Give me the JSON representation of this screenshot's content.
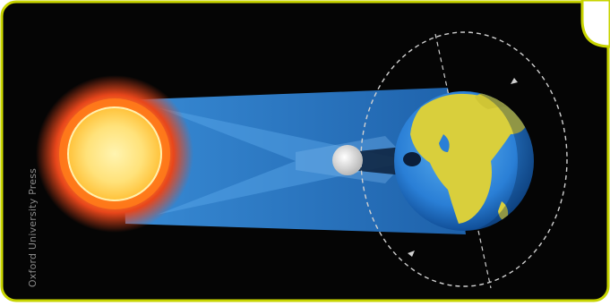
{
  "diagram": {
    "bodies": [
      {
        "name": "sun",
        "role": "light-source"
      },
      {
        "name": "moon",
        "role": "shadow-caster"
      },
      {
        "name": "earth",
        "role": "receiver"
      }
    ],
    "side_credit": "Oxford University Press"
  },
  "colors": {
    "frame_border": "#c8d400",
    "background": "#050505",
    "light_beam": "#2b7fd0",
    "sun_core": "#ffe27a",
    "sun_corona": "#e8461b",
    "ocean": "#2a7fd6",
    "land": "#d9cf3c",
    "orbit_dash": "#d0d0d0"
  }
}
